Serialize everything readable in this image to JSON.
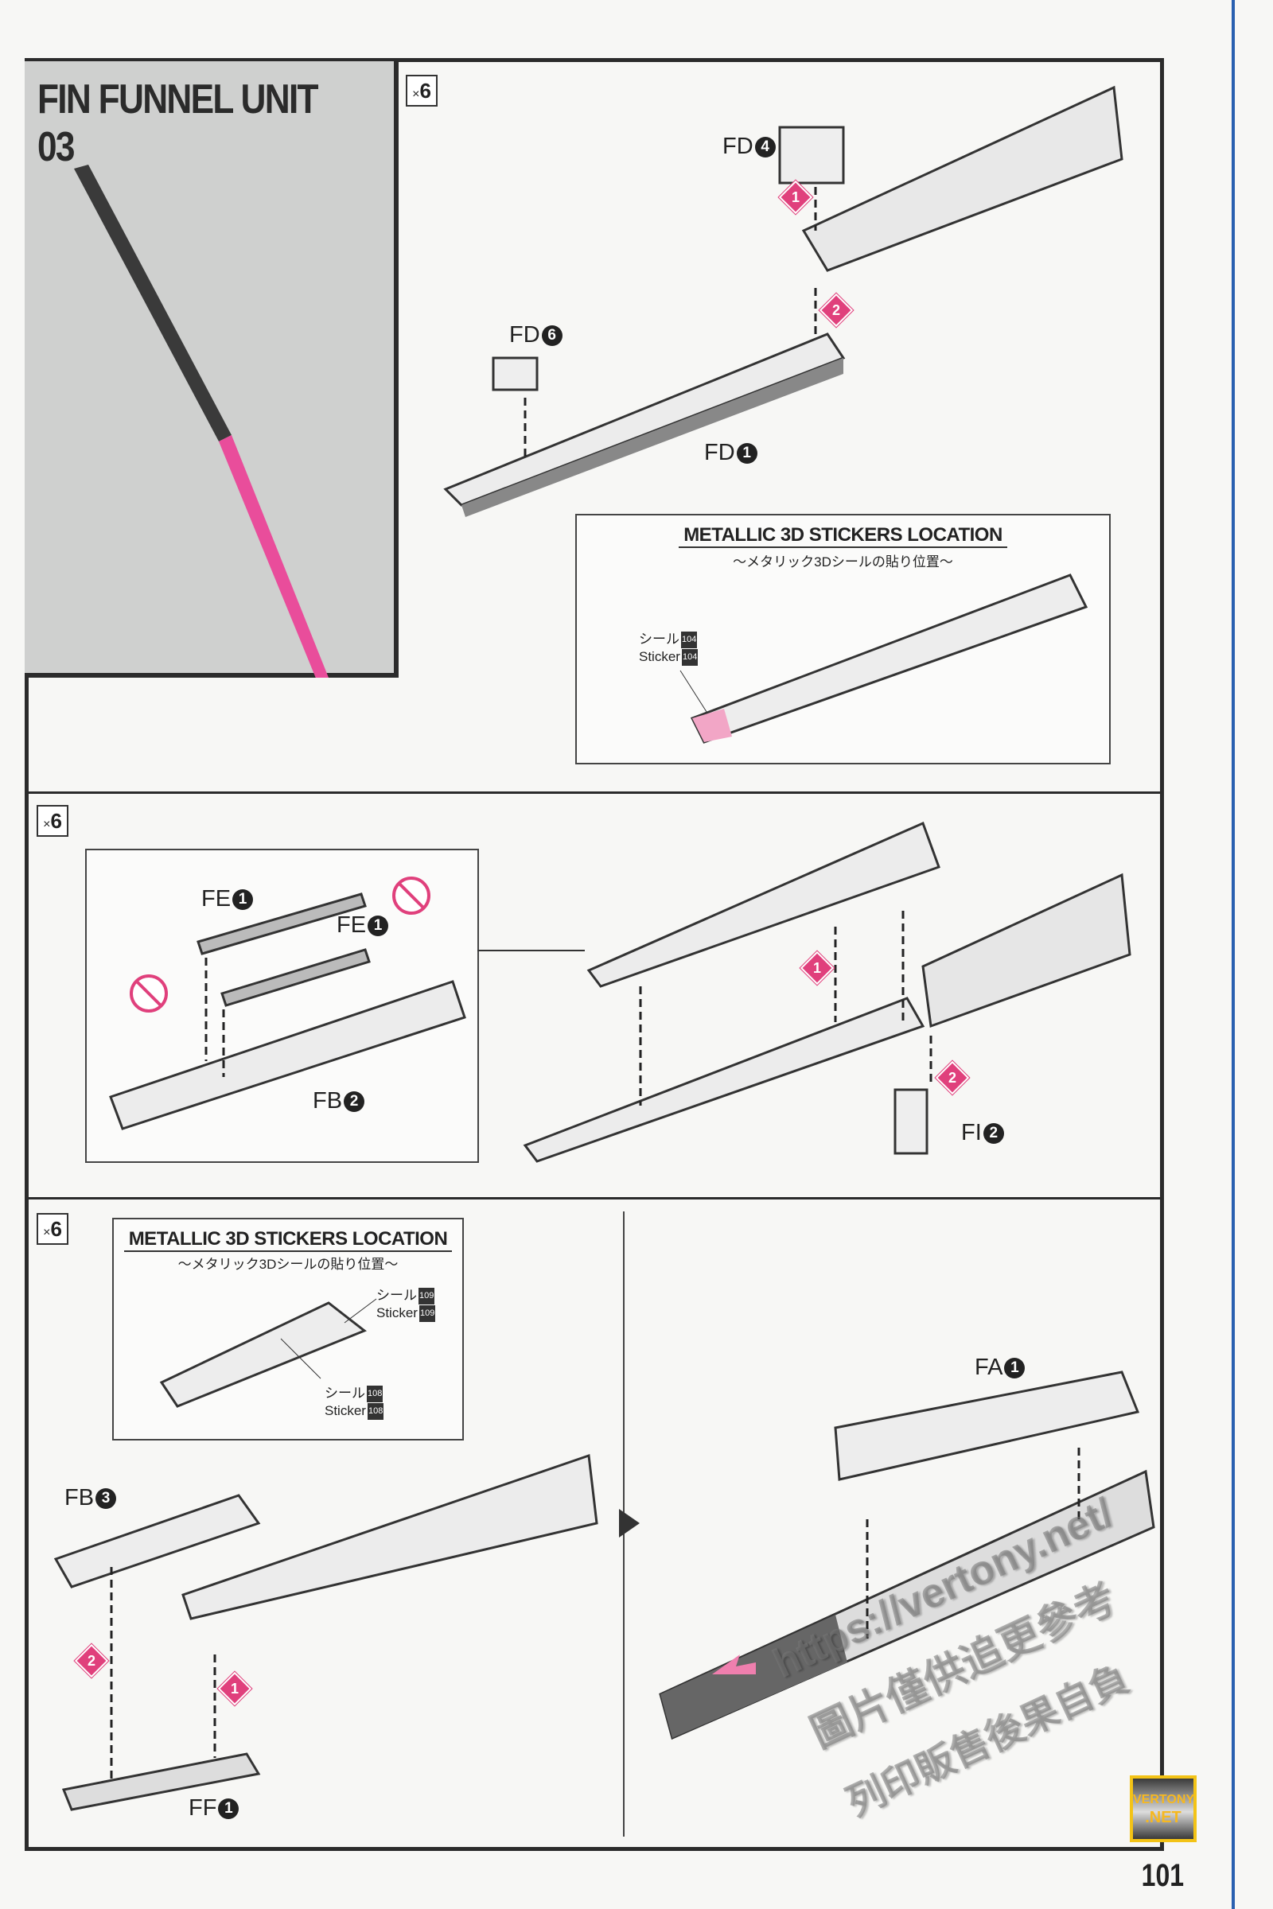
{
  "title": "FIN FUNNEL UNIT 03",
  "multiplier": {
    "symbol": "×",
    "count": "6"
  },
  "section1": {
    "parts": [
      {
        "prefix": "FD",
        "num": "4"
      },
      {
        "prefix": "FD",
        "num": "6"
      },
      {
        "prefix": "FD",
        "num": "1"
      }
    ],
    "steps": [
      "1",
      "2"
    ],
    "sticker_box": {
      "title": "METALLIC 3D STICKERS LOCATION",
      "subtitle": "～メタリック3Dシールの貼り位置～",
      "labels": [
        {
          "jp": "シール",
          "en": "Sticker",
          "num": "104"
        }
      ]
    }
  },
  "section2": {
    "parts": [
      {
        "prefix": "FE",
        "num": "1"
      },
      {
        "prefix": "FE",
        "num": "1"
      },
      {
        "prefix": "FB",
        "num": "2"
      },
      {
        "prefix": "FI",
        "num": "2"
      }
    ],
    "steps": [
      "1",
      "2"
    ]
  },
  "section3": {
    "sticker_box": {
      "title": "METALLIC 3D STICKERS LOCATION",
      "subtitle": "～メタリック3Dシールの貼り位置～",
      "labels": [
        {
          "jp": "シール",
          "en": "Sticker",
          "num": "109"
        },
        {
          "jp": "シール",
          "en": "Sticker",
          "num": "108"
        }
      ]
    },
    "parts": [
      {
        "prefix": "FB",
        "num": "3"
      },
      {
        "prefix": "FF",
        "num": "1"
      },
      {
        "prefix": "FA",
        "num": "1"
      }
    ],
    "steps": [
      "2",
      "1"
    ]
  },
  "page_number": "101",
  "logo": {
    "line1": "VERTONY",
    ".line2": ".NET",
    "line2": ".NET"
  },
  "watermark": {
    "url": "https://vertony.net/",
    "line1": "圖片僅供追更參考",
    "line2": "列印販售後果自負"
  },
  "colors": {
    "accent": "#e0407c",
    "frame": "#2b2b2b",
    "panel": "#cfd0cf"
  }
}
